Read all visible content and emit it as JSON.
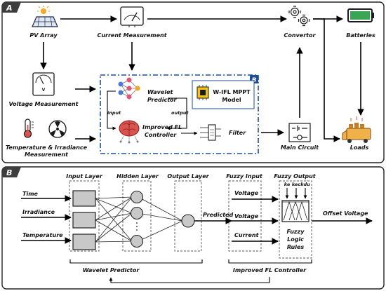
{
  "panel_a": {
    "letter": "A",
    "pv_array": "PV Array",
    "current_measurement": "Current Measurement",
    "convertor": "Convertor",
    "batteries": "Batteries",
    "voltage_measurement": "Voltage Measurement",
    "temp_irr_line1": "Temperature & Irradiance",
    "temp_irr_line2": "Measurement",
    "wavelet_line1": "Wavelet",
    "wavelet_line2": "Predictor",
    "input": "input",
    "output": "output",
    "improved_fl_line1": "Improved FL",
    "improved_fl_line2": "Controller",
    "filter": "Filter",
    "wifl_line1": "W-IFL MPPT",
    "wifl_line2": "Model",
    "inner_letter": "B",
    "main_circuit": "Main Circuit",
    "loads": "Loads"
  },
  "panel_b": {
    "letter": "B",
    "input_layer": "Input Layer",
    "hidden_layer": "Hidden Layer",
    "output_layer": "Output Layer",
    "fuzzy_input": "Fuzzy Input",
    "fuzzy_output": "Fuzzy Output",
    "gains": [
      "ke",
      "kec",
      "kdu"
    ],
    "inputs": [
      "Time",
      "Irradiance",
      "Temperature"
    ],
    "predicted": "Predicted",
    "fuzzy_inputs": [
      "Voltage",
      "Voltage",
      "Current"
    ],
    "rules_line1": "Fuzzy",
    "rules_line2": "Logic",
    "rules_line3": "Rules",
    "offset_voltage": "Offset Voltage",
    "wavelet_predictor": "Wavelet Predictor",
    "improved_fl_controller": "Improved FL Controller"
  },
  "colors": {
    "border": "#222222",
    "badge": "#3d3d3d",
    "accent_blue": "#1f4e9a",
    "chip_yellow": "#f3c316",
    "brain_red": "#d9534f",
    "node_gray": "#c8c8c8",
    "sun_orange": "#f5a623",
    "battery_green": "#3aa655",
    "truck_orange": "#f0b04a"
  },
  "icons": [
    "sun-solar-panel-icon",
    "ammeter-icon",
    "gears-icon",
    "battery-icon",
    "voltmeter-icon",
    "thermometer-icon",
    "fan-icon",
    "neural-net-icon",
    "brain-icon",
    "chip-icon",
    "filter-icon",
    "circuit-icon",
    "truck-icon"
  ]
}
